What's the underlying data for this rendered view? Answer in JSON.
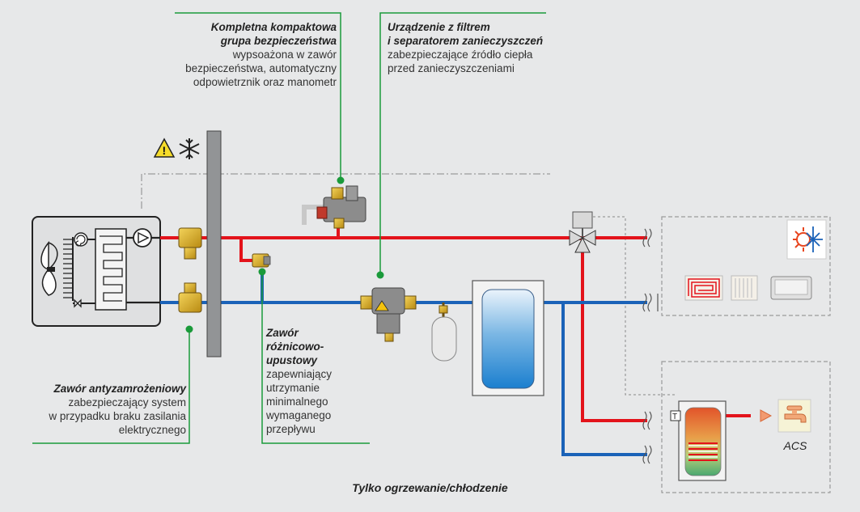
{
  "callouts": {
    "safety_group": {
      "title_1": "Kompletna kompaktowa",
      "title_2": "grupa bezpieczeństwa",
      "desc_1": "wypsoażona w zawór",
      "desc_2": "bezpieczeństwa, automatyczny",
      "desc_3": "odpowietrznik oraz manometr"
    },
    "filter": {
      "title_1": "Urządzenie z filtrem",
      "title_2": "i separatorem zanieczyszczeń",
      "desc_1": "zabezpieczające źródło ciepła",
      "desc_2": "przed zanieczyszczeniami"
    },
    "anti_freeze": {
      "title": "Zawór antyzamrożeniowy",
      "desc_1": "zabezpieczający system",
      "desc_2": "w przypadku braku zasilania",
      "desc_3": "elektrycznego"
    },
    "bypass": {
      "title_1": "Zawór",
      "title_2": "różnicowo-",
      "title_3": "upustowy",
      "desc_1": "zapewniający",
      "desc_2": "utrzymanie",
      "desc_3": "minimalnego",
      "desc_4": "wymaganego",
      "desc_5": "przepływu"
    }
  },
  "labels": {
    "acs": "ACS",
    "thermostat": "T"
  },
  "caption": "Tylko ogrzewanie/chłodzenie",
  "colors": {
    "supply": "#e3131b",
    "return": "#1a62b8",
    "callout_line": "#1a9a3a",
    "background": "#e7e8e9"
  }
}
